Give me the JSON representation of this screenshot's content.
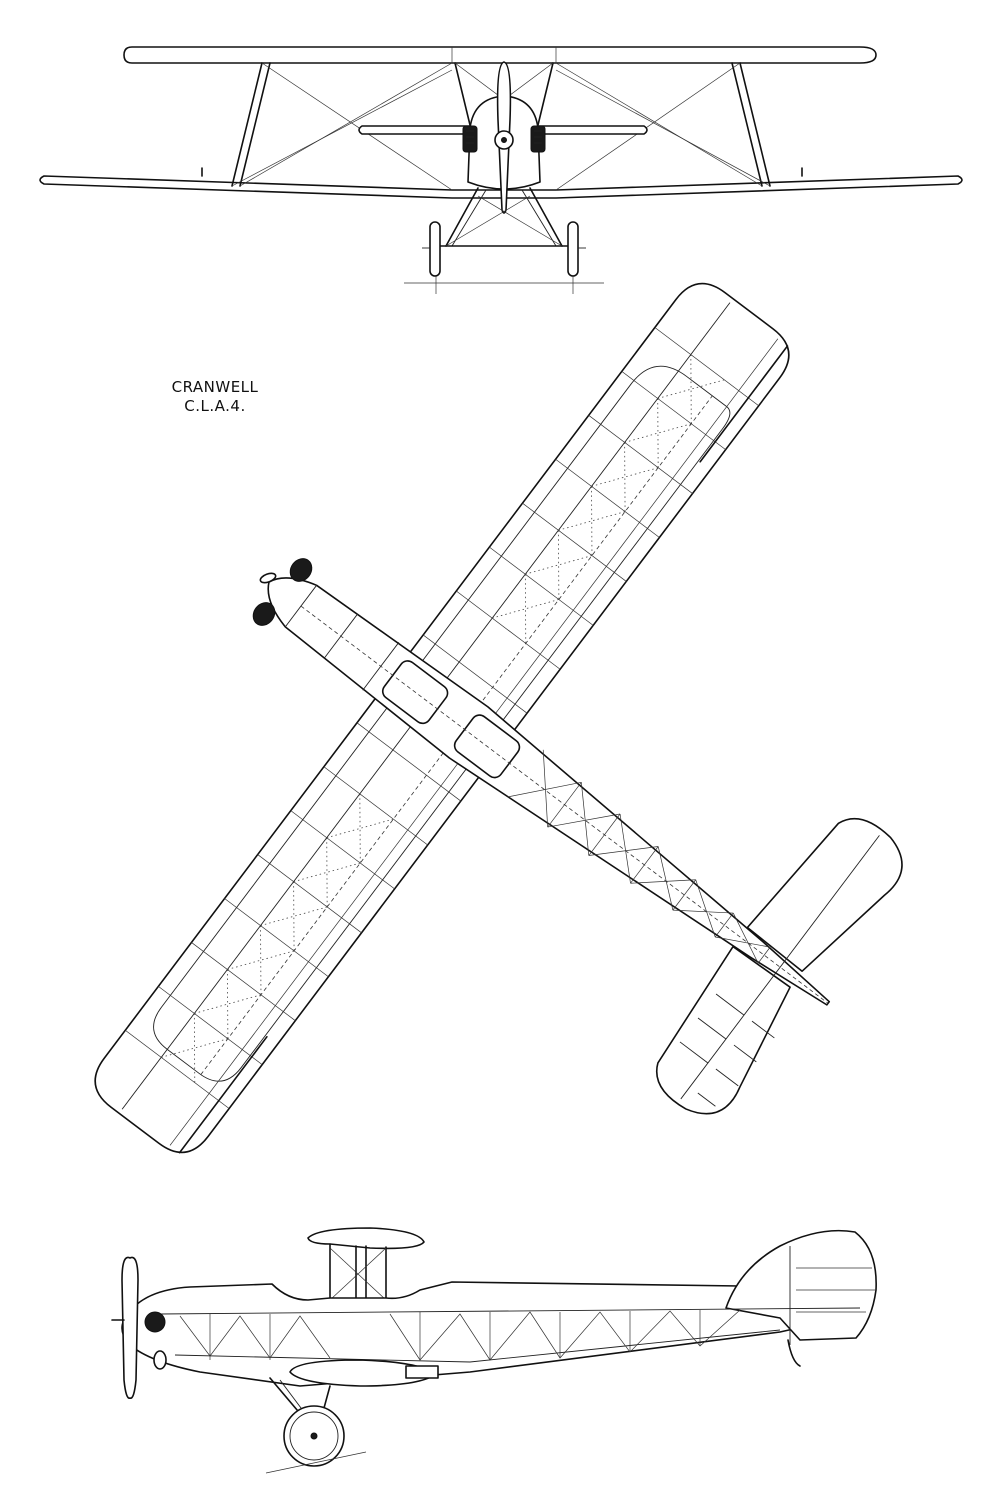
{
  "drawing": {
    "title_line1": "CRANWELL",
    "title_line2": "C.L.A.4."
  },
  "views": [
    {
      "id": "front",
      "icon": "front-view-icon"
    },
    {
      "id": "plan",
      "icon": "plan-view-icon"
    },
    {
      "id": "side",
      "icon": "side-view-icon"
    }
  ]
}
